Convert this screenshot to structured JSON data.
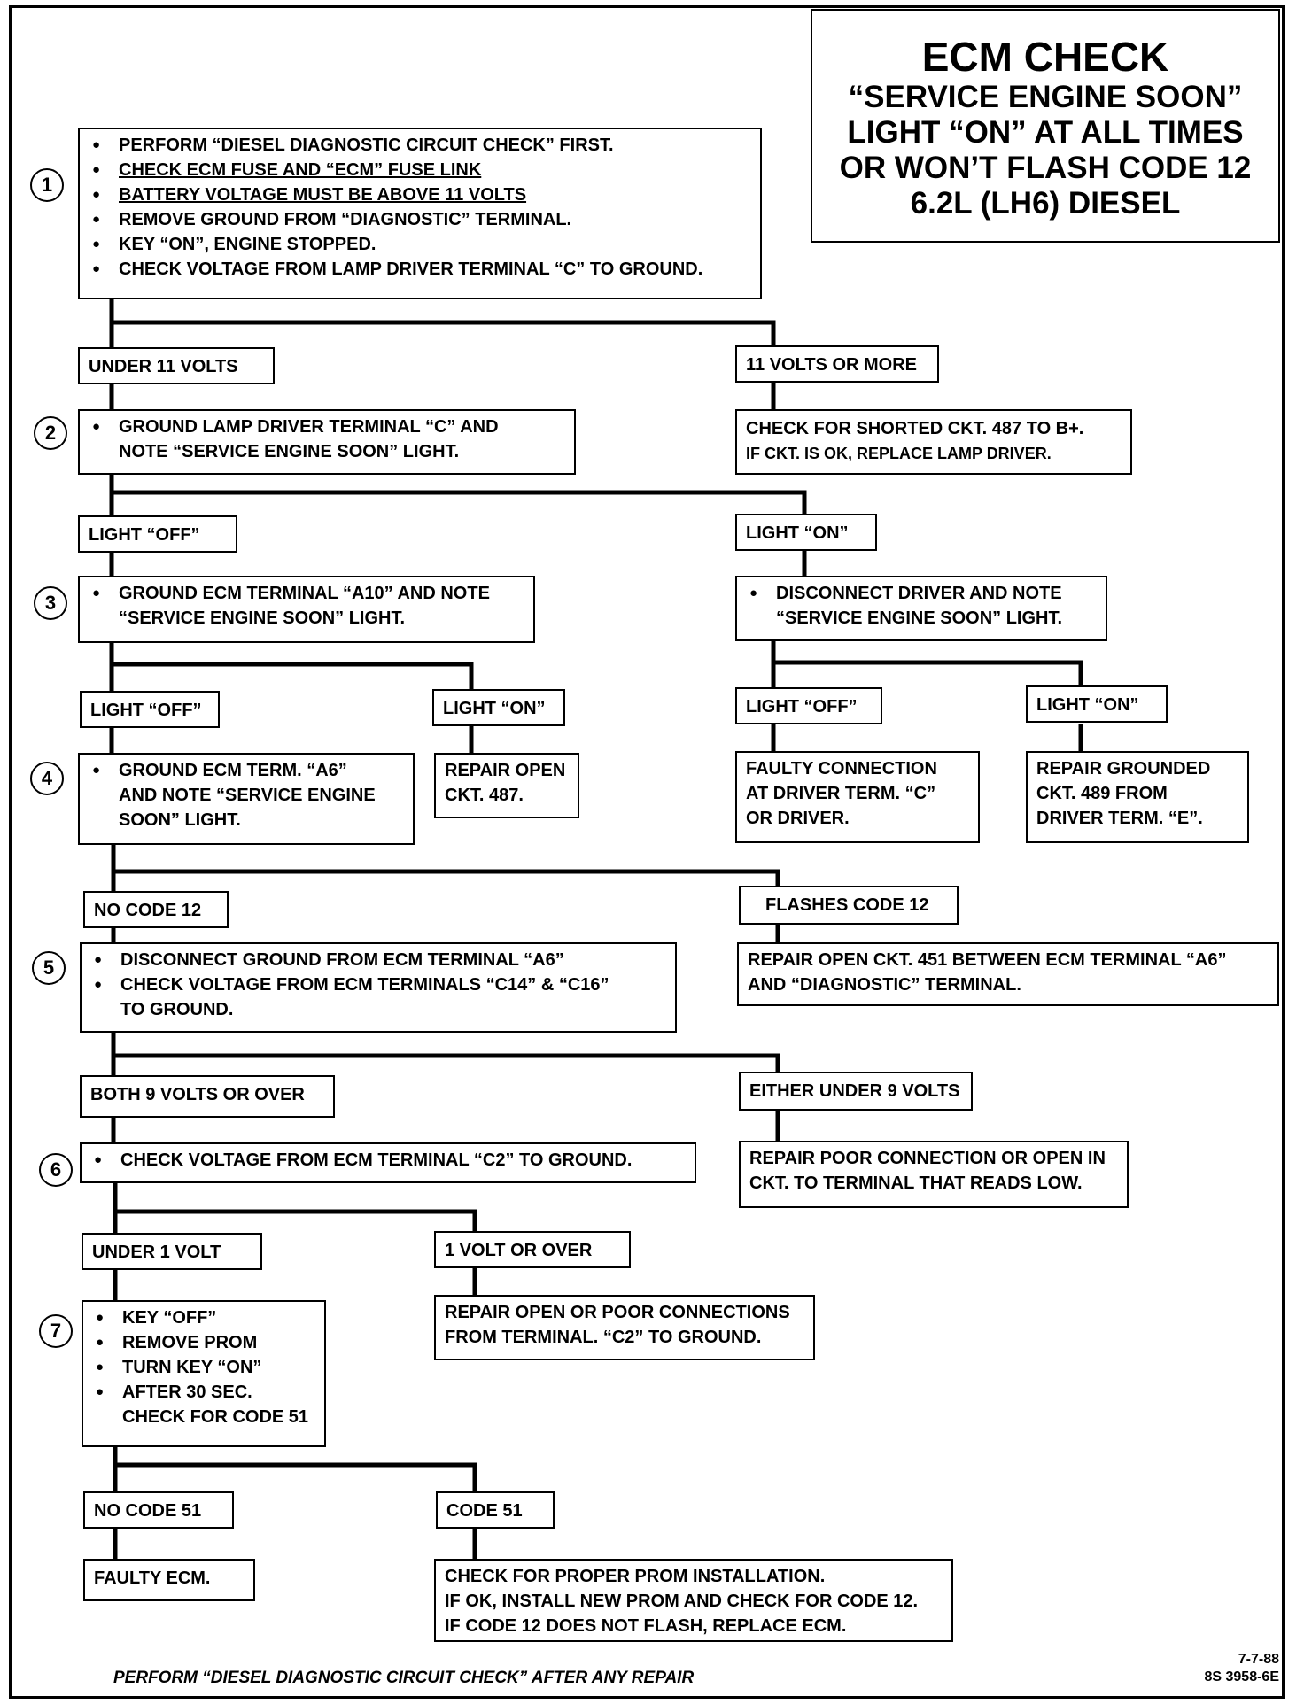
{
  "title": {
    "main": "ECM CHECK",
    "lines": [
      "“SERVICE ENGINE SOON”",
      "LIGHT “ON” AT ALL TIMES",
      "OR WON’T FLASH CODE 12",
      "6.2L  (LH6)  DIESEL"
    ]
  },
  "steps": {
    "s1": {
      "num": "1",
      "items": [
        "PERFORM “DIESEL DIAGNOSTIC CIRCUIT CHECK” FIRST.",
        "CHECK ECM FUSE AND “ECM” FUSE LINK",
        "BATTERY VOLTAGE MUST BE ABOVE 11 VOLTS",
        "REMOVE GROUND FROM “DIAGNOSTIC” TERMINAL.",
        "KEY “ON”, ENGINE STOPPED.",
        "CHECK VOLTAGE FROM LAMP DRIVER TERMINAL “C” TO GROUND."
      ]
    },
    "s2": {
      "num": "2",
      "items": [
        "GROUND LAMP DRIVER TERMINAL “C” AND",
        "NOTE “SERVICE ENGINE SOON” LIGHT."
      ]
    },
    "s3": {
      "num": "3",
      "items": [
        "GROUND ECM TERMINAL “A10” AND NOTE",
        "“SERVICE ENGINE SOON” LIGHT."
      ]
    },
    "s3r": {
      "items": [
        "DISCONNECT DRIVER AND NOTE",
        "“SERVICE ENGINE SOON” LIGHT."
      ]
    },
    "s4": {
      "num": "4",
      "items": [
        "GROUND  ECM TERM. “A6”",
        "AND NOTE “SERVICE ENGINE",
        "SOON” LIGHT."
      ]
    },
    "s5": {
      "num": "5",
      "items": [
        "DISCONNECT GROUND FROM ECM TERMINAL “A6”",
        "CHECK VOLTAGE FROM ECM TERMINALS “C14” & “C16”",
        "TO GROUND."
      ]
    },
    "s6": {
      "num": "6",
      "items": [
        "CHECK VOLTAGE FROM ECM TERMINAL “C2” TO GROUND."
      ]
    },
    "s7": {
      "num": "7",
      "items": [
        "KEY “OFF”",
        "REMOVE PROM",
        "TURN KEY “ON”",
        "AFTER 30 SEC.",
        "CHECK FOR CODE 51"
      ]
    }
  },
  "labels": {
    "under11": "UNDER 11 VOLTS",
    "over11": "11 VOLTS OR MORE",
    "l2off": "LIGHT “OFF”",
    "l2on": "LIGHT “ON”",
    "l3off": "LIGHT “OFF”",
    "l3on": "LIGHT “ON”",
    "l3roff": "LIGHT “OFF”",
    "l3ron": "LIGHT “ON”",
    "nocode12": "NO CODE 12",
    "flashes12": "FLASHES CODE 12",
    "both9": "BOTH 9 VOLTS OR OVER",
    "either9": "EITHER UNDER 9 VOLTS",
    "under1": "UNDER 1 VOLT",
    "over1": "1 VOLT OR OVER",
    "nocode51": "NO CODE 51",
    "code51": "CODE 51"
  },
  "results": {
    "r11": [
      "CHECK  FOR SHORTED CKT. 487 TO B+.",
      "IF CKT. IS OK, REPLACE LAMP DRIVER."
    ],
    "r487": [
      "REPAIR OPEN",
      "CKT. 487."
    ],
    "rfaulty": [
      "FAULTY CONNECTION",
      "AT DRIVER TERM. “C”",
      "OR DRIVER."
    ],
    "r489": [
      "REPAIR GROUNDED",
      "CKT. 489 FROM",
      "DRIVER TERM.  “E”."
    ],
    "r451": [
      "REPAIR OPEN CKT. 451 BETWEEN ECM TERMINAL “A6”",
      "AND “DIAGNOSTIC” TERMINAL."
    ],
    "rpoor": [
      "REPAIR POOR CONNECTION OR OPEN IN",
      "CKT. TO TERMINAL THAT READS LOW."
    ],
    "rc2": [
      "REPAIR OPEN OR POOR CONNECTIONS",
      "FROM TERMINAL. “C2” TO GROUND."
    ],
    "recm": [
      "FAULTY ECM."
    ],
    "rprom": [
      "CHECK FOR PROPER PROM INSTALLATION.",
      "IF OK, INSTALL NEW PROM AND CHECK FOR CODE 12.",
      "IF CODE 12 DOES NOT FLASH, REPLACE ECM."
    ]
  },
  "footer": "PERFORM “DIESEL DIAGNOSTIC CIRCUIT CHECK” AFTER ANY REPAIR",
  "doc_date": "7-7-88",
  "doc_id": "8S 3958-6E"
}
